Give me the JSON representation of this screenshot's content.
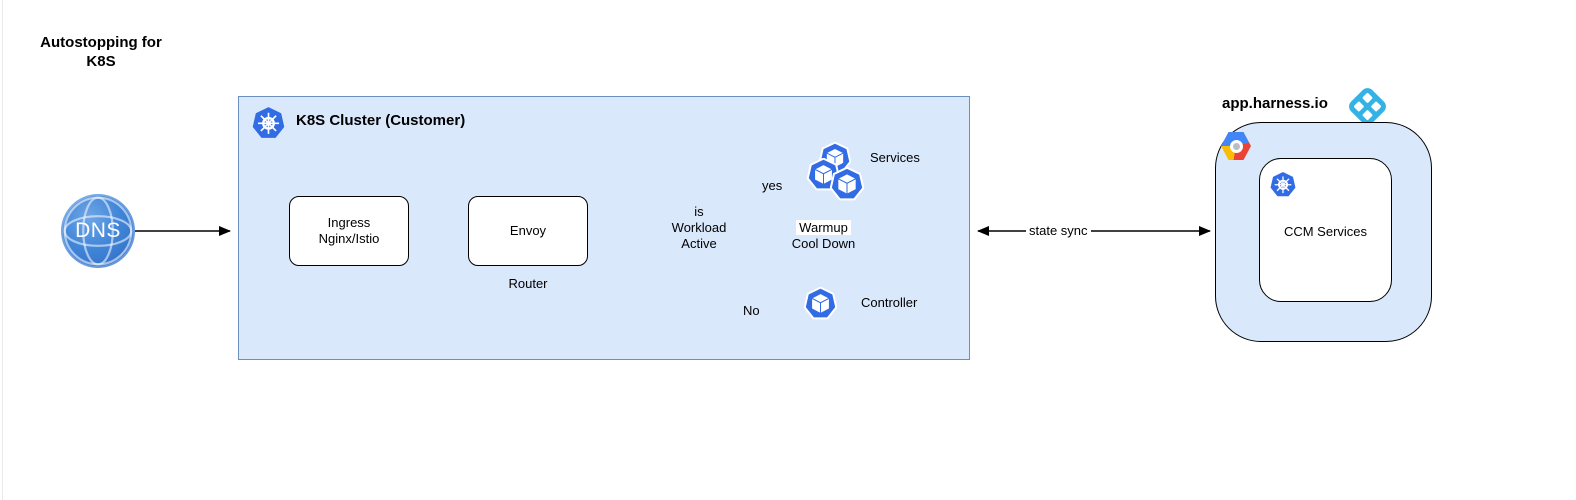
{
  "title": "Autostopping for\nK8S",
  "containers": {
    "cluster_title": "K8S Cluster (Customer)",
    "harness_domain": "app.harness.io"
  },
  "nodes": {
    "dns": "DNS",
    "ingress": "Ingress\nNginx/Istio",
    "envoy": "Envoy",
    "router_caption": "Router",
    "decision": "is\nWorkload\nActive",
    "services": "Services",
    "controller": "Controller",
    "ccm": "CCM Services"
  },
  "edges": {
    "yes": "yes",
    "no": "No",
    "warmup": "Warmup",
    "cooldown": "Cool Down",
    "state_sync": "state sync"
  },
  "colors": {
    "cluster_fill": "#dae8fc",
    "cluster_border": "#6c8ebf",
    "kubernetes_blue": "#326ce5",
    "dns_blue": "#4186d8",
    "harness_blue": "#33b3e3",
    "gcp_blue": "#4285f4",
    "gcp_red": "#ea4335",
    "gcp_yellow": "#fbbc05",
    "arrow": "#000000"
  },
  "icons": {
    "dns": "globe-icon",
    "cluster": "kubernetes-icon",
    "services": "pod-icon",
    "controller": "pod-icon",
    "harness": "harness-logo-icon",
    "gcp": "google-cloud-icon",
    "ccm": "kubernetes-icon"
  }
}
